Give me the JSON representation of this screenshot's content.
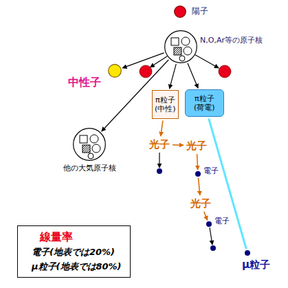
{
  "diagram": {
    "nodes": [
      {
        "text": [
          "陽子"
        ]
      },
      {
        "text": [
          "N,O,Ar等の原子核"
        ]
      },
      {
        "text": [
          "中性子"
        ]
      },
      {
        "text": [
          "π粒子 (中性)"
        ]
      },
      {
        "text": [
          "π粒子 (荷電)"
        ]
      },
      {
        "text": [
          "他の大気原子核"
        ]
      },
      {
        "text": [
          "光子"
        ]
      },
      {
        "text": [
          "光子"
        ]
      },
      {
        "text": [
          "電子"
        ]
      },
      {
        "text": [
          "光子"
        ]
      },
      {
        "text": [
          "電子"
        ]
      },
      {
        "text": [
          "μ粒子"
        ]
      },
      {
        "text": [
          "線量率",
          "電子(地表では20%)",
          "μ粒子(地表では80%)"
        ]
      }
    ],
    "edges": [
      {
        "from": 1,
        "to": 2,
        "arrow": "to"
      },
      {
        "from": 1,
        "to": 3,
        "arrow": "to"
      },
      {
        "from": 1,
        "to": 4,
        "arrow": "to"
      },
      {
        "from": 1,
        "to": 5,
        "arrow": "to"
      },
      {
        "from": 3,
        "to": 6,
        "arrow": "to"
      },
      {
        "from": 6,
        "to": 7,
        "arrow": "to"
      },
      {
        "from": 7,
        "to": 8,
        "arrow": "to"
      },
      {
        "from": 8,
        "to": 9,
        "arrow": "to"
      },
      {
        "from": 9,
        "to": 10,
        "arrow": "to"
      },
      {
        "from": 4,
        "to": 11,
        "arrow": "none"
      }
    ]
  }
}
